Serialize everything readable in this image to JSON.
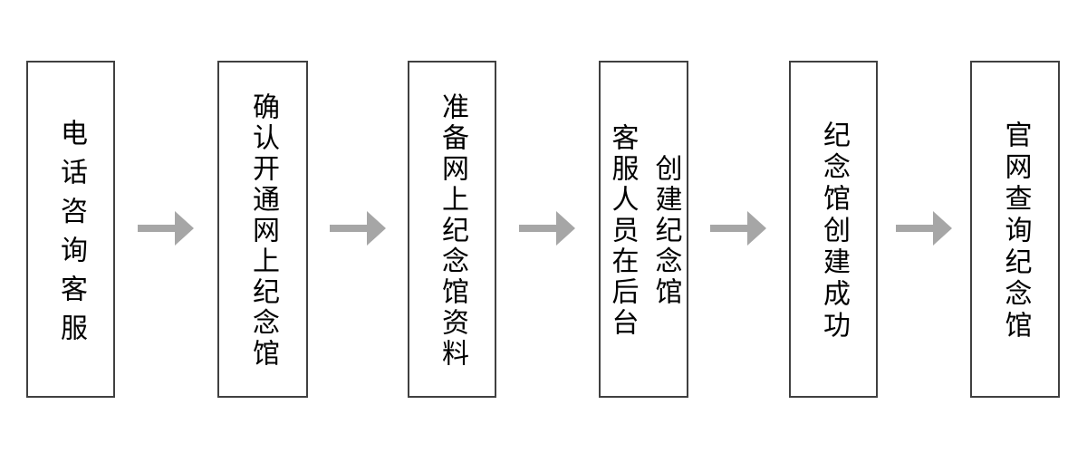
{
  "flowchart": {
    "title": "",
    "direction": "left-to-right",
    "steps": [
      {
        "label": "电话咨询客服"
      },
      {
        "label": "确认开通网上纪念馆"
      },
      {
        "label": "准备网上纪念馆资料"
      },
      {
        "label": "客服人员在后台创建纪念馆",
        "columns": [
          "客服人员在后台",
          "创建纪念馆"
        ]
      },
      {
        "label": "纪念馆创建成功"
      },
      {
        "label": "官网查询纪念馆"
      }
    ],
    "connectors": [
      {
        "from": 1,
        "to": 2,
        "type": "arrow-right"
      },
      {
        "from": 2,
        "to": 3,
        "type": "arrow-right"
      },
      {
        "from": 3,
        "to": 4,
        "type": "arrow-right"
      },
      {
        "from": 4,
        "to": 5,
        "type": "arrow-right"
      },
      {
        "from": 5,
        "to": 6,
        "type": "arrow-right"
      }
    ],
    "colors": {
      "box_border": "#404040",
      "arrow": "#a6a6a6",
      "text": "#000000",
      "background": "#ffffff"
    }
  }
}
